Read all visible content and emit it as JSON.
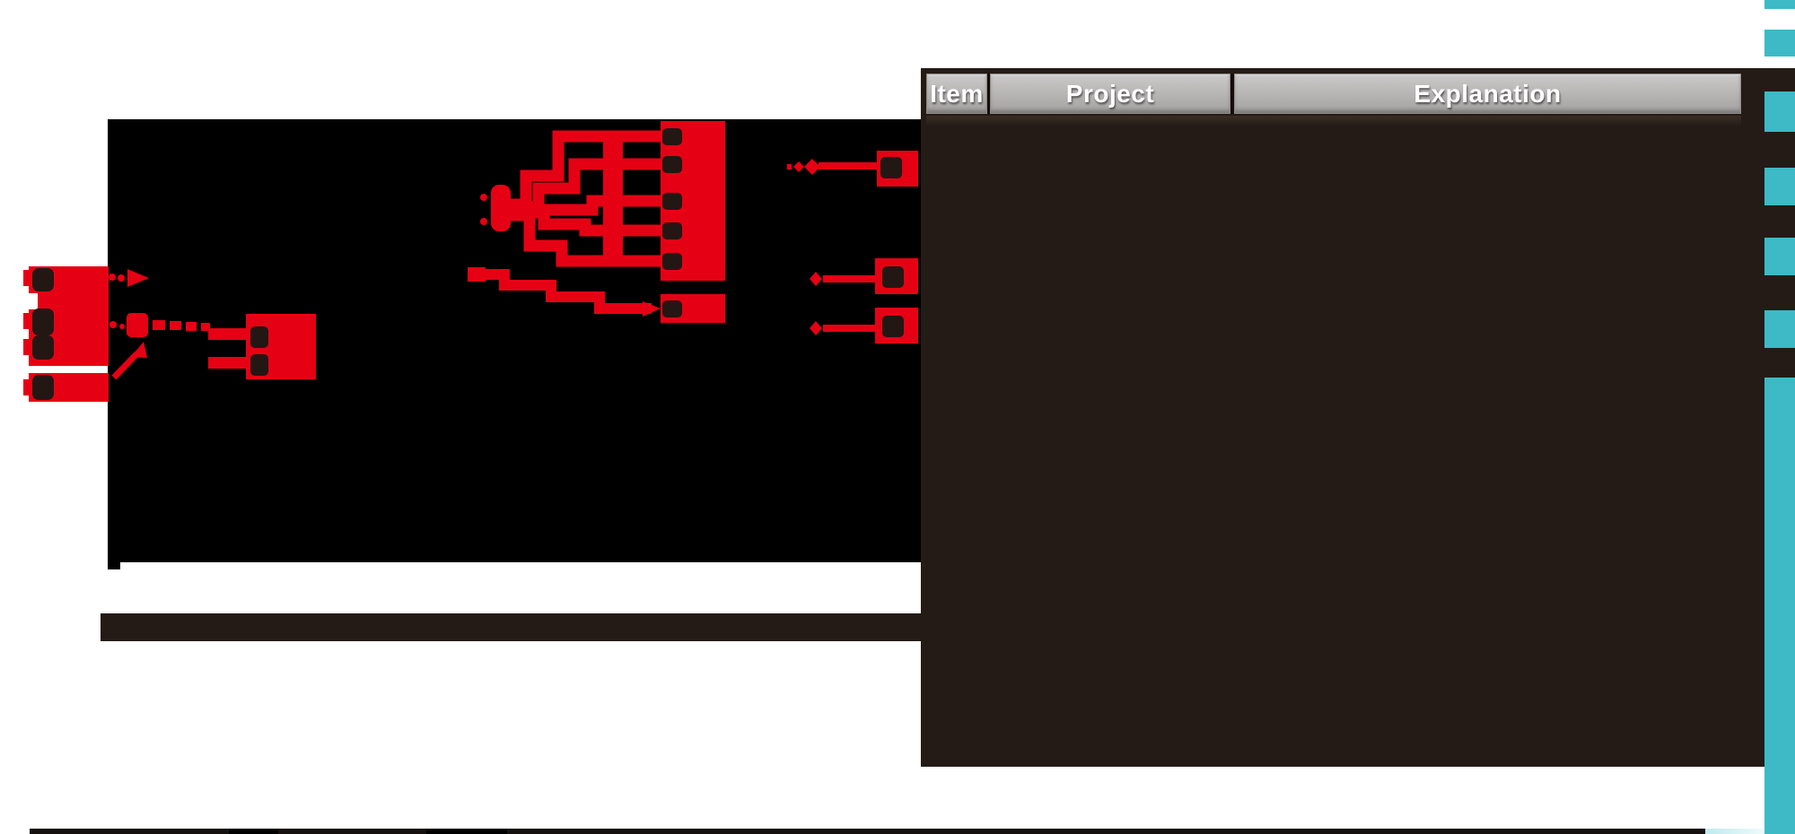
{
  "table": {
    "columns": [
      {
        "label": "Item"
      },
      {
        "label": "Project"
      },
      {
        "label": "Explanation"
      }
    ],
    "rows": [],
    "header_text_color": "#ffffff",
    "header_bg": "#b6b3b3",
    "body_bg": "#241b17"
  },
  "pcb": {
    "board_color": "#000000",
    "copper_color": "#e60014",
    "pad_color": "#231714",
    "left_connector_pin_count": 4,
    "ic_pad_count": 2,
    "fan_header_pad_count": 6,
    "right_plug_count": 3
  },
  "decor": {
    "edge_square_color": "#3dbac6",
    "edge_square_count": 7,
    "bottom_bar_color": "#15100e"
  }
}
